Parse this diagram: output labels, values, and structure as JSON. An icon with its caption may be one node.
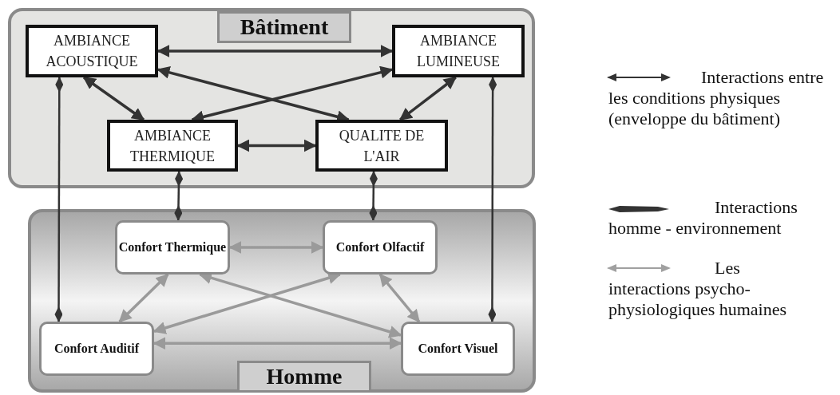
{
  "diagram": {
    "nodes": [
      {
        "text": [
          "Bâtiment"
        ]
      },
      {
        "text": [
          "AMBIANCE ACOUSTIQUE"
        ],
        "in": 0
      },
      {
        "text": [
          "AMBIANCE LUMINEUSE"
        ],
        "in": 0
      },
      {
        "text": [
          "AMBIANCE THERMIQUE"
        ],
        "in": 0
      },
      {
        "text": [
          "QUALITE DE L'AIR"
        ],
        "in": 0
      },
      {
        "text": [
          "Homme"
        ]
      },
      {
        "text": [
          "Confort Thermique"
        ],
        "in": 5
      },
      {
        "text": [
          "Confort Olfactif"
        ],
        "in": 5
      },
      {
        "text": [
          "Confort Auditif"
        ],
        "in": 5
      },
      {
        "text": [
          "Confort Visuel"
        ],
        "in": 5
      }
    ],
    "edges": [
      {
        "from": 1,
        "to": 2,
        "arrow": "both"
      },
      {
        "from": 1,
        "to": 4,
        "arrow": "both"
      },
      {
        "from": 2,
        "to": 3,
        "arrow": "both"
      },
      {
        "from": 1,
        "to": 3,
        "arrow": "both"
      },
      {
        "from": 2,
        "to": 4,
        "arrow": "both"
      },
      {
        "from": 3,
        "to": 4,
        "arrow": "both"
      },
      {
        "from": 1,
        "to": 8,
        "arrow": "other"
      },
      {
        "from": 3,
        "to": 6,
        "arrow": "other"
      },
      {
        "from": 4,
        "to": 7,
        "arrow": "other"
      },
      {
        "from": 2,
        "to": 9,
        "arrow": "other"
      },
      {
        "from": 6,
        "to": 7,
        "arrow": "both",
        "color": "#9a9a9a"
      },
      {
        "from": 6,
        "to": 8,
        "arrow": "both",
        "color": "#9a9a9a"
      },
      {
        "from": 6,
        "to": 9,
        "arrow": "both",
        "color": "#9a9a9a"
      },
      {
        "from": 7,
        "to": 8,
        "arrow": "both",
        "color": "#9a9a9a"
      },
      {
        "from": 7,
        "to": 9,
        "arrow": "both",
        "color": "#9a9a9a"
      },
      {
        "from": 8,
        "to": 9,
        "arrow": "both",
        "color": "#9a9a9a"
      }
    ],
    "legend": [
      {
        "text": "Interactions entre les conditions physiques (enveloppe du bâtiment)"
      },
      {
        "text": "Interactions homme - environnement"
      },
      {
        "text": "Les interactions psycho-physiologiques humaines"
      }
    ]
  }
}
